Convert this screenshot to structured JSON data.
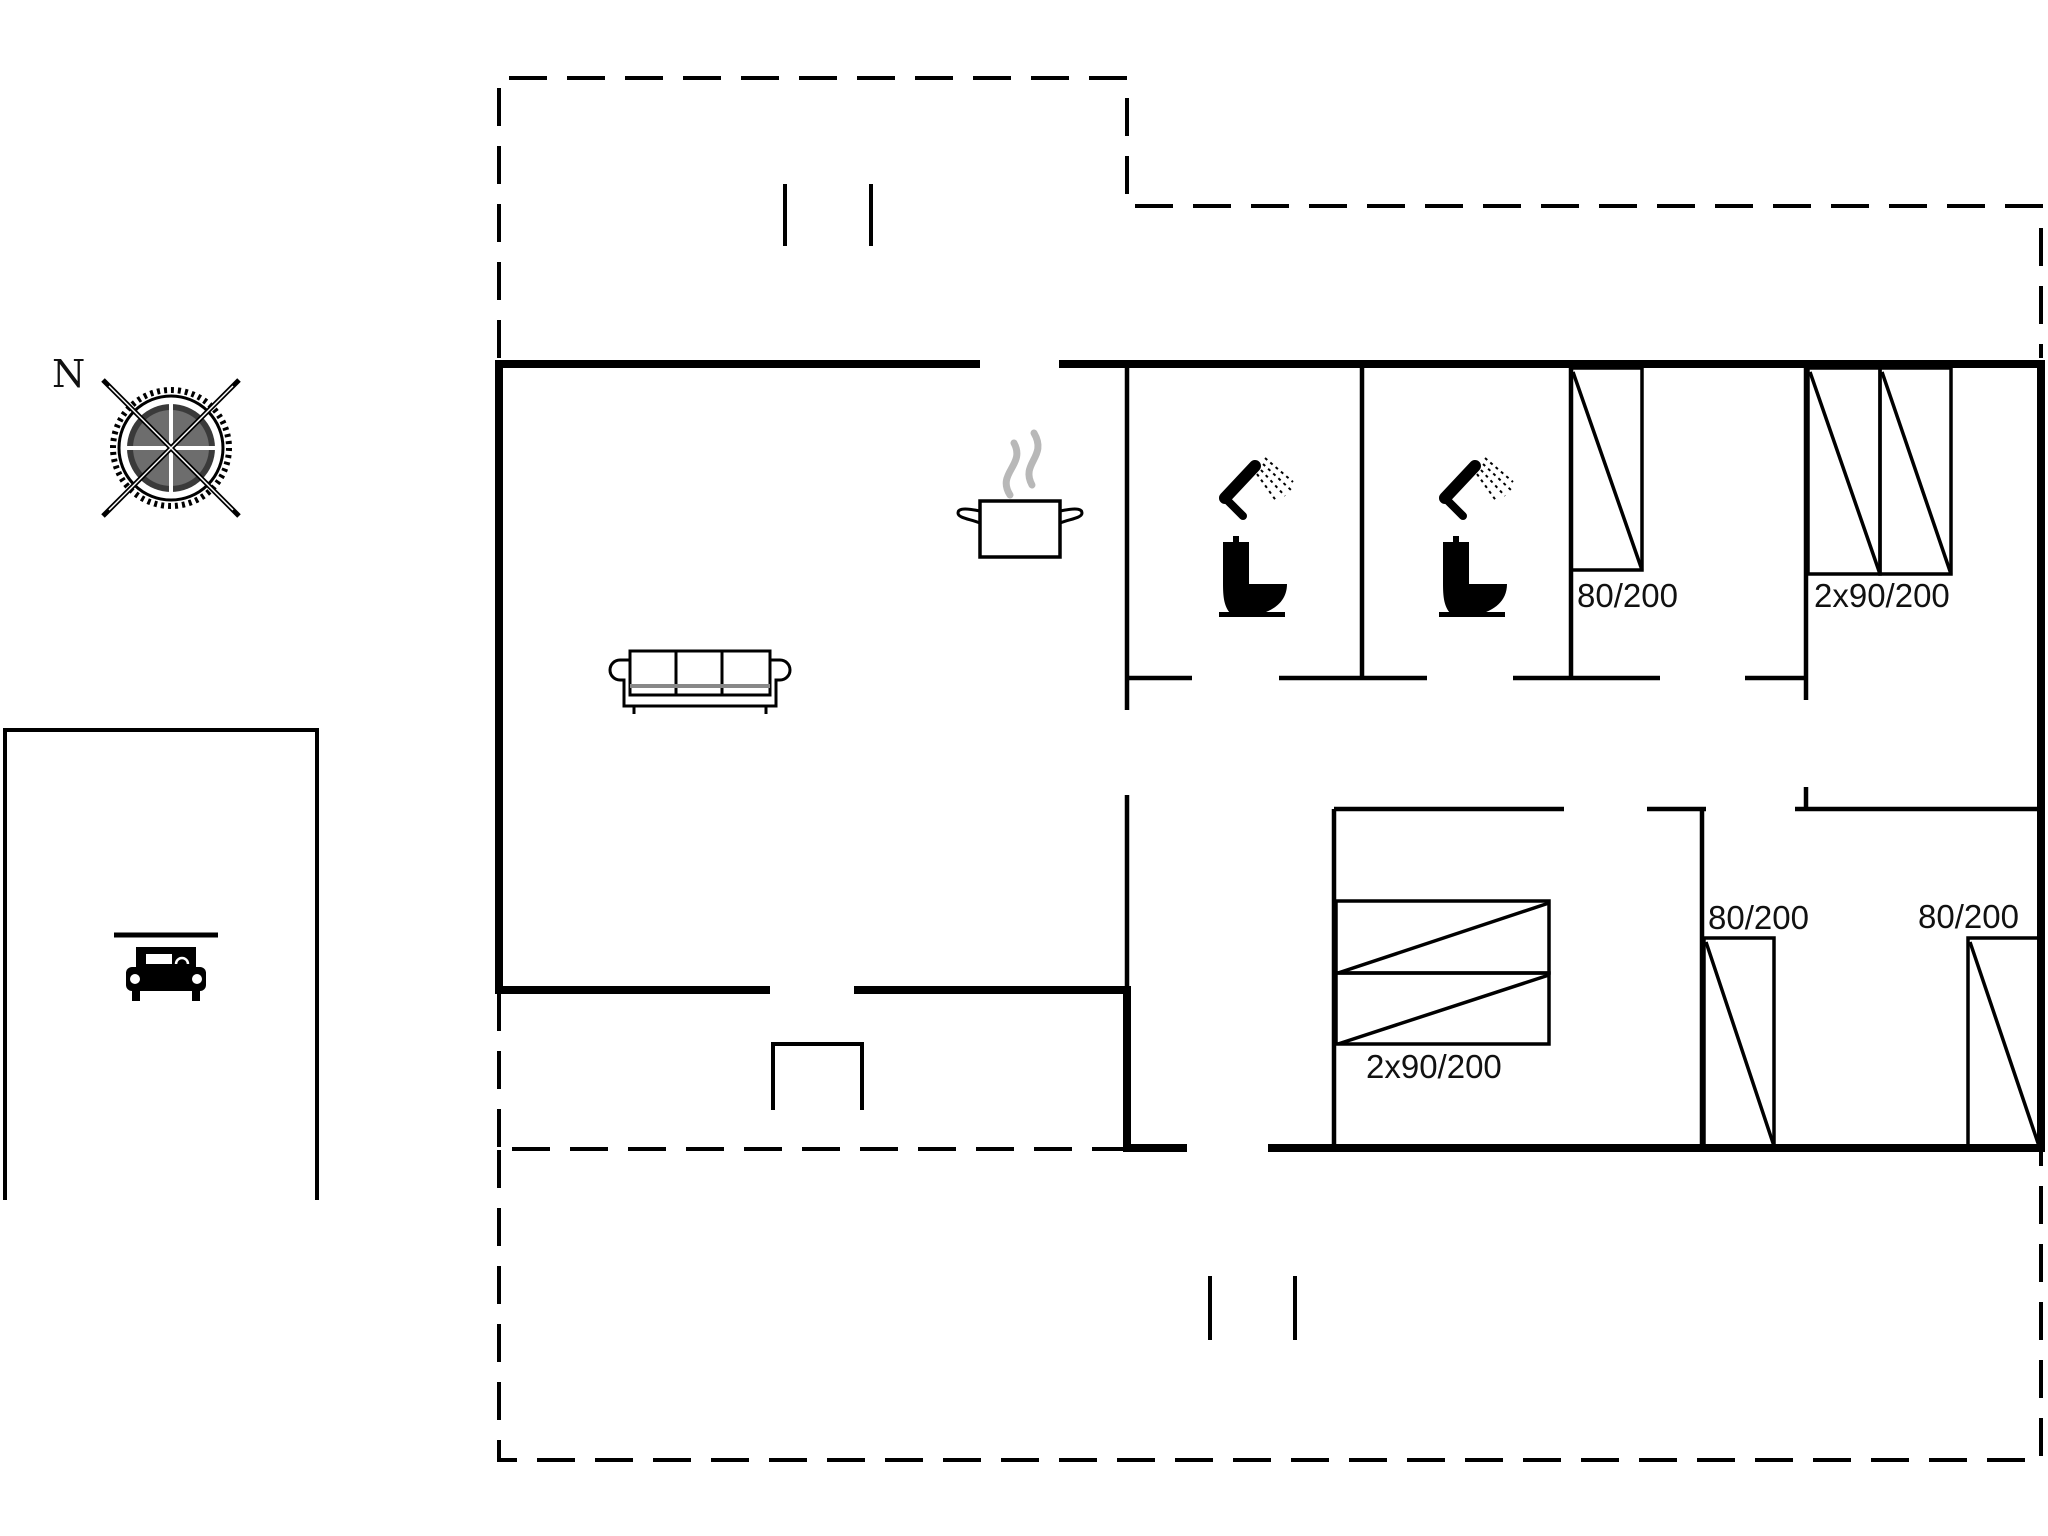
{
  "plan": {
    "type": "floor-plan",
    "colors": {
      "wall": "#000000",
      "background": "#ffffff",
      "steam": "#b8b8b8"
    },
    "compass": {
      "label": "N"
    },
    "rooms": {
      "living_room": {
        "icon": "sofa-icon"
      },
      "kitchen": {
        "icon": "cooking-pot-icon"
      },
      "bathroom_1": {
        "icons": [
          "shower-icon",
          "toilet-icon"
        ]
      },
      "bathroom_2": {
        "icons": [
          "shower-icon",
          "toilet-icon"
        ]
      },
      "bedroom_1": {
        "bed_label": "80/200"
      },
      "bedroom_2": {
        "bed_label": "2x90/200"
      },
      "bedroom_3": {
        "bed_label": "2x90/200"
      },
      "bedroom_4": {
        "bed_label": "80/200"
      },
      "bedroom_5": {
        "bed_label": "80/200"
      },
      "carport": {
        "icon": "car-icon"
      }
    },
    "terraces": [
      "north-terrace",
      "south-terrace",
      "entrance-porch"
    ]
  }
}
